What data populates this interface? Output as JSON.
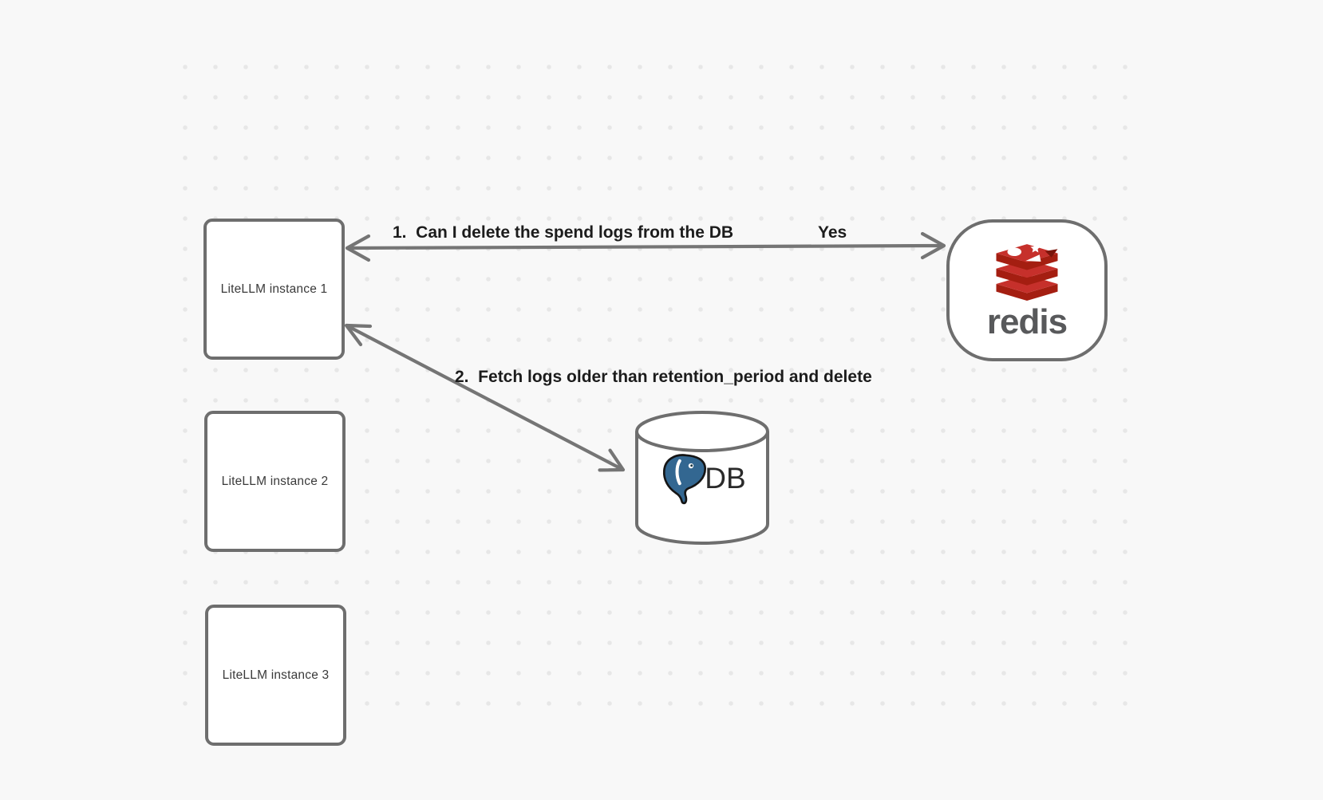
{
  "canvas": {
    "background_color": "#f8f8f8",
    "dot_color": "#e7e7e7",
    "stroke_color": "#6e6e6e"
  },
  "nodes": {
    "instances": [
      {
        "label": "LiteLLM instance 1"
      },
      {
        "label": "LiteLLM instance 2"
      },
      {
        "label": "LiteLLM instance 3"
      }
    ],
    "redis": {
      "wordmark": "redis",
      "icon": "redis-stack-icon",
      "logo_red": "#c6302b",
      "logo_red_dark": "#a41e11",
      "wordmark_color": "#58595b"
    },
    "db": {
      "label": "DB",
      "icon": "postgresql-elephant-icon",
      "postgres_blue": "#336791"
    }
  },
  "annotations": {
    "arrow1_label": "1.  Can I delete the spend logs from the DB",
    "arrow1_response": "Yes",
    "arrow2_label": "2.  Fetch logs older than retention_period and delete"
  }
}
